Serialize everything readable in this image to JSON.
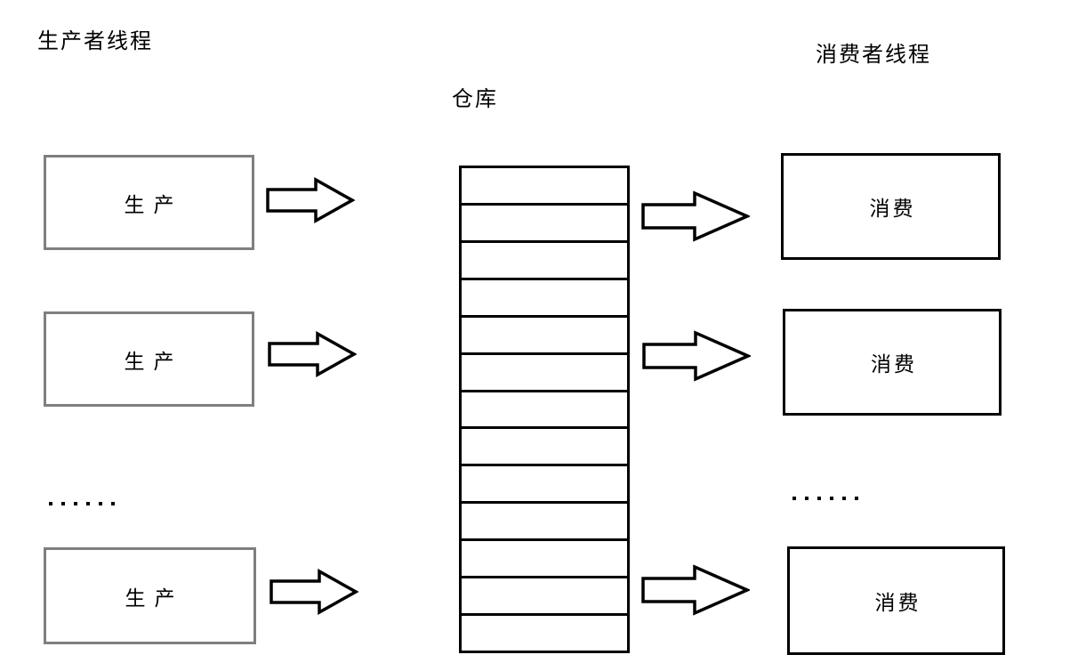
{
  "colors": {
    "background": "#ffffff",
    "text": "#000000",
    "producer_border": "#7f7f7f",
    "consumer_border": "#000000",
    "warehouse_border": "#000000",
    "arrow_stroke": "#000000",
    "arrow_fill": "#ffffff"
  },
  "titles": {
    "producers": "生产者线程",
    "warehouse": "仓库",
    "consumers": "消费者线程"
  },
  "producers": {
    "boxes": [
      "生产",
      "生产",
      "生产"
    ],
    "ellipsis_dots": 6
  },
  "consumers": {
    "boxes": [
      "消费",
      "消费",
      "消费"
    ],
    "ellipsis_dots": 6
  },
  "warehouse": {
    "rows": 13
  }
}
